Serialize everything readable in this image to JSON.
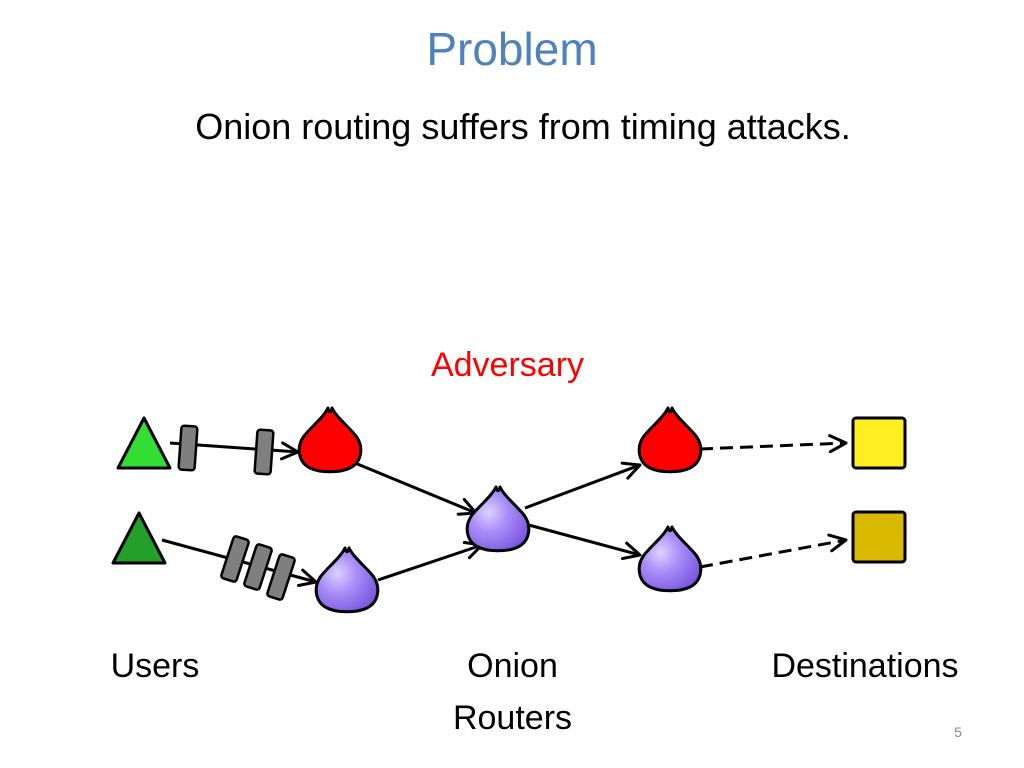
{
  "slide": {
    "title": "Problem",
    "subtitle": "Onion routing suffers from timing attacks.",
    "page_number": "5"
  },
  "diagram": {
    "adversary_label": "Adversary",
    "column_labels": {
      "users": "Users",
      "onion_routers": "Onion Routers",
      "destinations": "Destinations"
    },
    "colors": {
      "title": "#4f81bd",
      "adversary": "#ff0000",
      "user_top": "#33dd33",
      "user_bottom": "#22a02a",
      "packet": "#7f7f7f",
      "router_adversary": "#ff0000",
      "router_honest": "#a78bfa",
      "destination_top": "#ffee22",
      "destination_bottom": "#d9b800"
    }
  }
}
